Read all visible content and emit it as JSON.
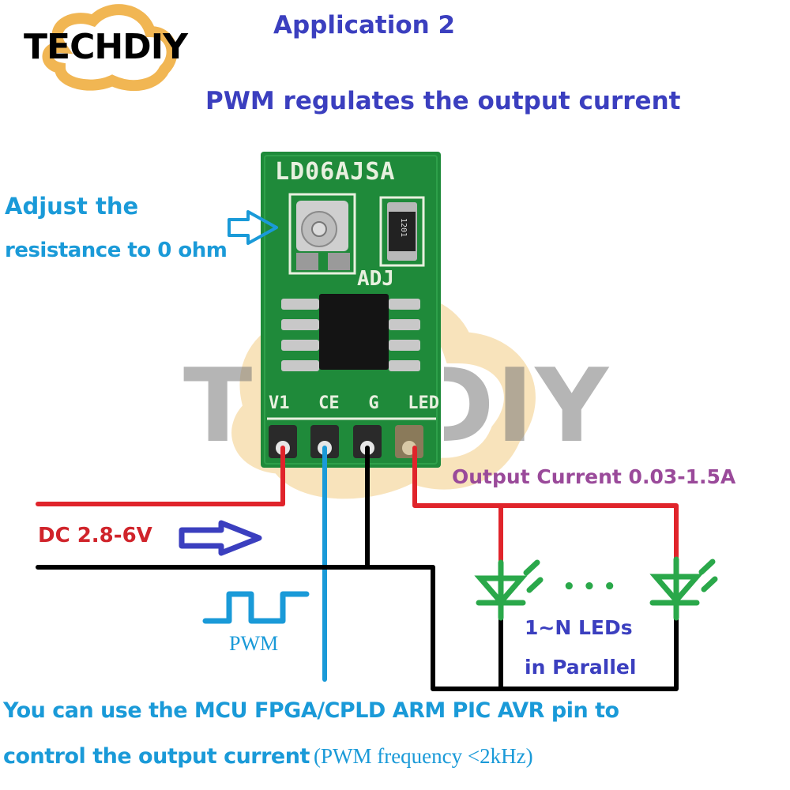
{
  "header": {
    "title": "Application 2",
    "subtitle": "PWM regulates the output current"
  },
  "logo": {
    "text": "TECHDIY",
    "cloud_color": "#f0b24a"
  },
  "watermark": {
    "text": "TECHDIY"
  },
  "module": {
    "model": "LD06AJSA",
    "adjust_label": "ADJ",
    "resistor_code": "1201",
    "pins": [
      "V1",
      "CE",
      "G",
      "LED"
    ],
    "board_color": "#1f8a3a"
  },
  "annotations": {
    "adjust_line1": "Adjust the",
    "adjust_line2": "resistance to 0 ohm",
    "output_current": "Output Current 0.03-1.5A",
    "dc_input": "DC 2.8-6V",
    "pwm_label": "PWM",
    "leds_line1": "1~N LEDs",
    "leds_line2": "in Parallel",
    "ellipsis": "• • •"
  },
  "footer": {
    "line1": "You can use the MCU FPGA/CPLD ARM PIC AVR  pin to",
    "line2_bold": "control the output current",
    "line2_note": "(PWM frequency <2kHz)"
  },
  "colors": {
    "title": "#3b3fbf",
    "annotation_blue": "#1a9ad8",
    "wire_red": "#e0242b",
    "wire_black": "#000000",
    "wire_blue": "#1a9ad8",
    "led_green": "#2aa84a",
    "output_purple": "#9a4a9a",
    "dc_red": "#d0242b",
    "arrow_navy": "#3b3fbf"
  }
}
